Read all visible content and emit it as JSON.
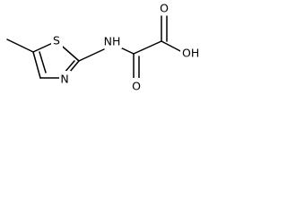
{
  "molecule": {
    "atoms": {
      "sulfur": "S",
      "ring_nitrogen": "N",
      "amide_nh": "NH",
      "carbonyl_oxygen": "O",
      "acid_carbonyl_oxygen": "O",
      "hydroxyl": "OH"
    }
  }
}
